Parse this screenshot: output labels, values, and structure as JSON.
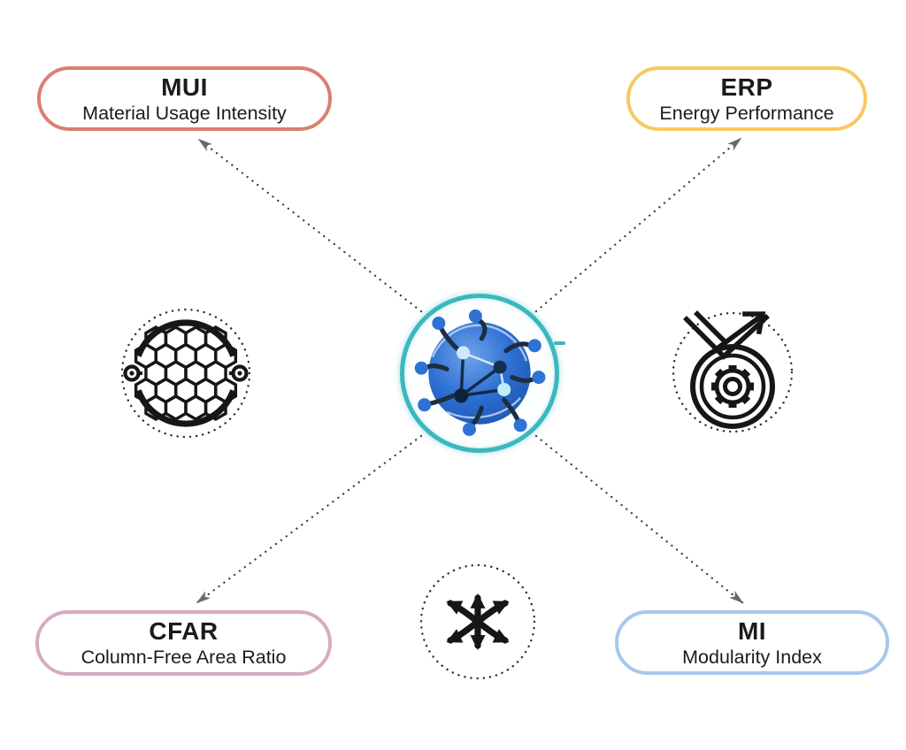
{
  "figure": {
    "background": "#ffffff",
    "text_color": "#1b1b1b",
    "center_hub": {
      "icon": "network-globe-icon",
      "ring_color": "#3bb7c0",
      "globe_color": "#2e6fd4",
      "node_color": "#2e72d6"
    },
    "metrics": [
      {
        "abbr": "MUI",
        "name": "Material Usage Intensity",
        "border_color": "#d98070",
        "position": "top-left"
      },
      {
        "abbr": "ERP",
        "name": "Energy Performance",
        "border_color": "#f6ca5e",
        "position": "top-right"
      },
      {
        "abbr": "CFAR",
        "name": "Column-Free Area Ratio",
        "border_color": "#d7aac3",
        "position": "bottom-left"
      },
      {
        "abbr": "MI",
        "name": "Modularity Index",
        "border_color": "#a9c6ee",
        "position": "bottom-right"
      }
    ],
    "side_icons": [
      {
        "name": "honeycomb-gears-icon",
        "position": "left"
      },
      {
        "name": "medal-gear-arrow-icon",
        "position": "right"
      },
      {
        "name": "multidirectional-arrows-icon",
        "position": "bottom-center"
      }
    ],
    "connectors": {
      "style": "dotted",
      "line_color": "#424242",
      "arrowhead_color": "#6a6a6a",
      "count": 4
    }
  }
}
